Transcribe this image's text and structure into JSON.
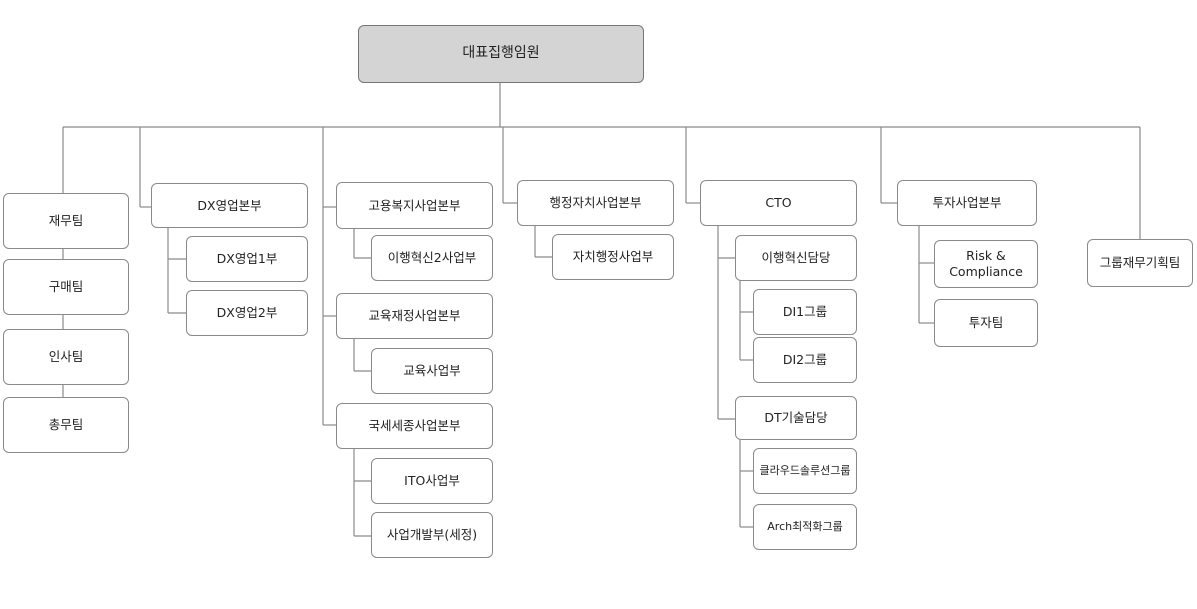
{
  "root": "대표집행임원",
  "support": {
    "finance": "재무팀",
    "purchase": "구매팀",
    "hr": "인사팀",
    "general": "총무팀"
  },
  "dx": {
    "head": "DX영업본부",
    "sub1": "DX영업1부",
    "sub2": "DX영업2부"
  },
  "public": {
    "welfare": "고용복지사업본부",
    "welfare_sub": "이행혁신2사업부",
    "edu": "교육재정사업본부",
    "edu_sub": "교육사업부",
    "tax": "국세세종사업본부",
    "tax_sub1": "ITO사업부",
    "tax_sub2": "사업개발부(세정)"
  },
  "admin": {
    "head": "행정자치사업본부",
    "sub": "자치행정사업부"
  },
  "cto": {
    "head": "CTO",
    "trans": "이행혁신담당",
    "di1": "DI1그룹",
    "di2": "DI2그룹",
    "dt": "DT기술담당",
    "cloud": "클라우드솔루션그룹",
    "arch": "Arch최적화그룹"
  },
  "invest": {
    "head": "투자사업본부",
    "risk_line1": "Risk &",
    "risk_line2": "Compliance",
    "team": "투자팀"
  },
  "group_finance": "그룹재무기획팀"
}
